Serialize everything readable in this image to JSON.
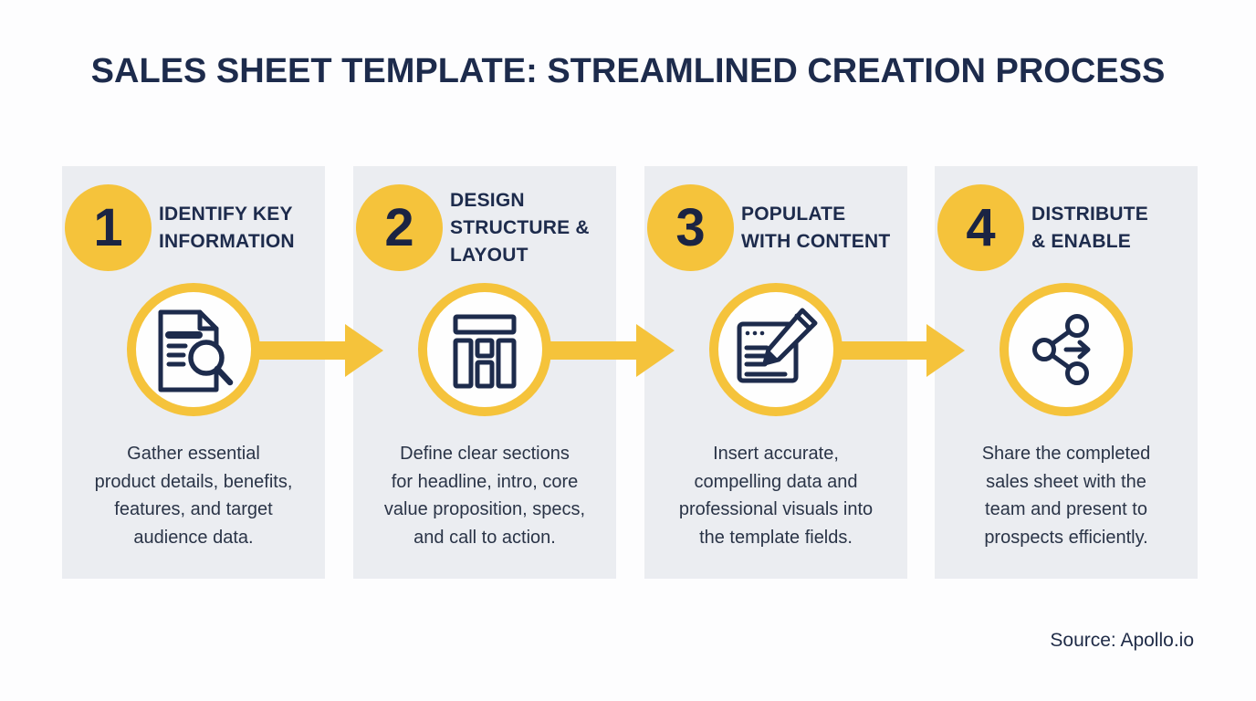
{
  "title": "SALES SHEET TEMPLATE: STREAMLINED CREATION PROCESS",
  "source_label": "Source: Apollo.io",
  "steps": [
    {
      "number": "1",
      "heading": "IDENTIFY KEY\nINFORMATION",
      "icon": "document-search-icon",
      "description": "Gather essential\nproduct details, benefits,\nfeatures, and target\naudience data."
    },
    {
      "number": "2",
      "heading": "DESIGN\nSTRUCTURE &\nLAYOUT",
      "icon": "layout-structure-icon",
      "description": "Define clear sections\nfor headline, intro, core\nvalue proposition, specs,\nand call to action."
    },
    {
      "number": "3",
      "heading": "POPULATE\nWITH CONTENT",
      "icon": "edit-content-icon",
      "description": "Insert accurate,\ncompelling data and\nprofessional visuals into\nthe template fields."
    },
    {
      "number": "4",
      "heading": "DISTRIBUTE\n& ENABLE",
      "icon": "share-icon",
      "description": "Share the completed\nsales sheet with the\nteam and present to\nprospects efficiently."
    }
  ],
  "colors": {
    "accent_yellow": "#F5C33B",
    "navy": "#1D2B4C",
    "card_background": "#EBEDF1",
    "body_text": "#2A3447",
    "page_background": "#FDFDFE"
  }
}
